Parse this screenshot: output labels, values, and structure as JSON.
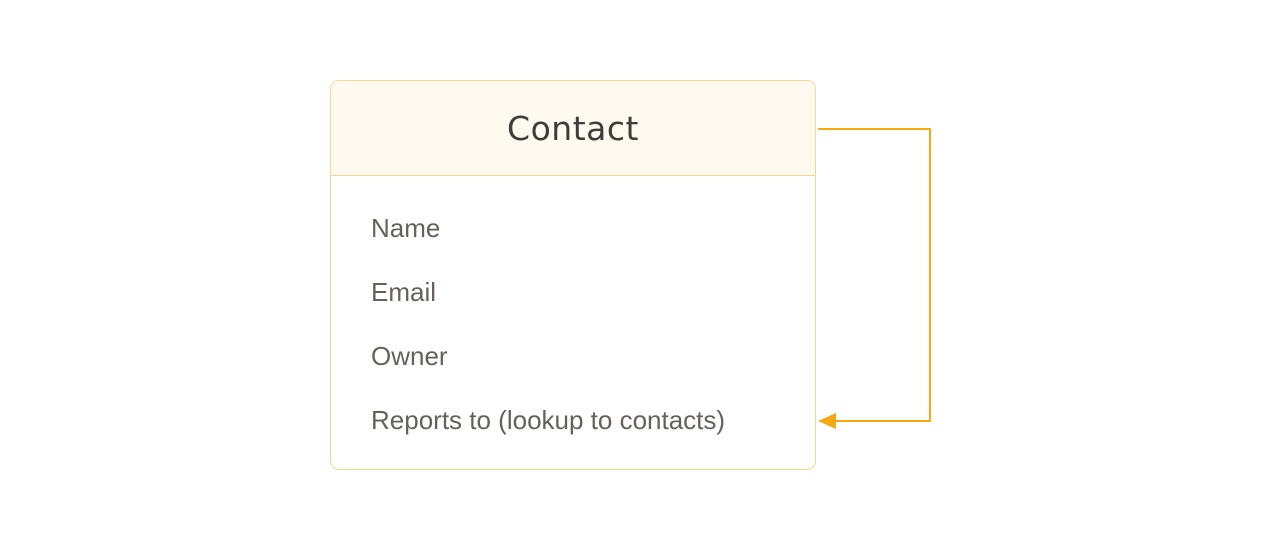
{
  "entity": {
    "title": "Contact",
    "fields": [
      {
        "label": "Name"
      },
      {
        "label": "Email"
      },
      {
        "label": "Owner"
      },
      {
        "label": "Reports to (lookup to contacts)"
      }
    ]
  },
  "colors": {
    "border": "#f6d98a",
    "header_bg": "#fefaf0",
    "connector": "#f5a911",
    "title_text": "#403c38",
    "field_text": "#66615c"
  }
}
